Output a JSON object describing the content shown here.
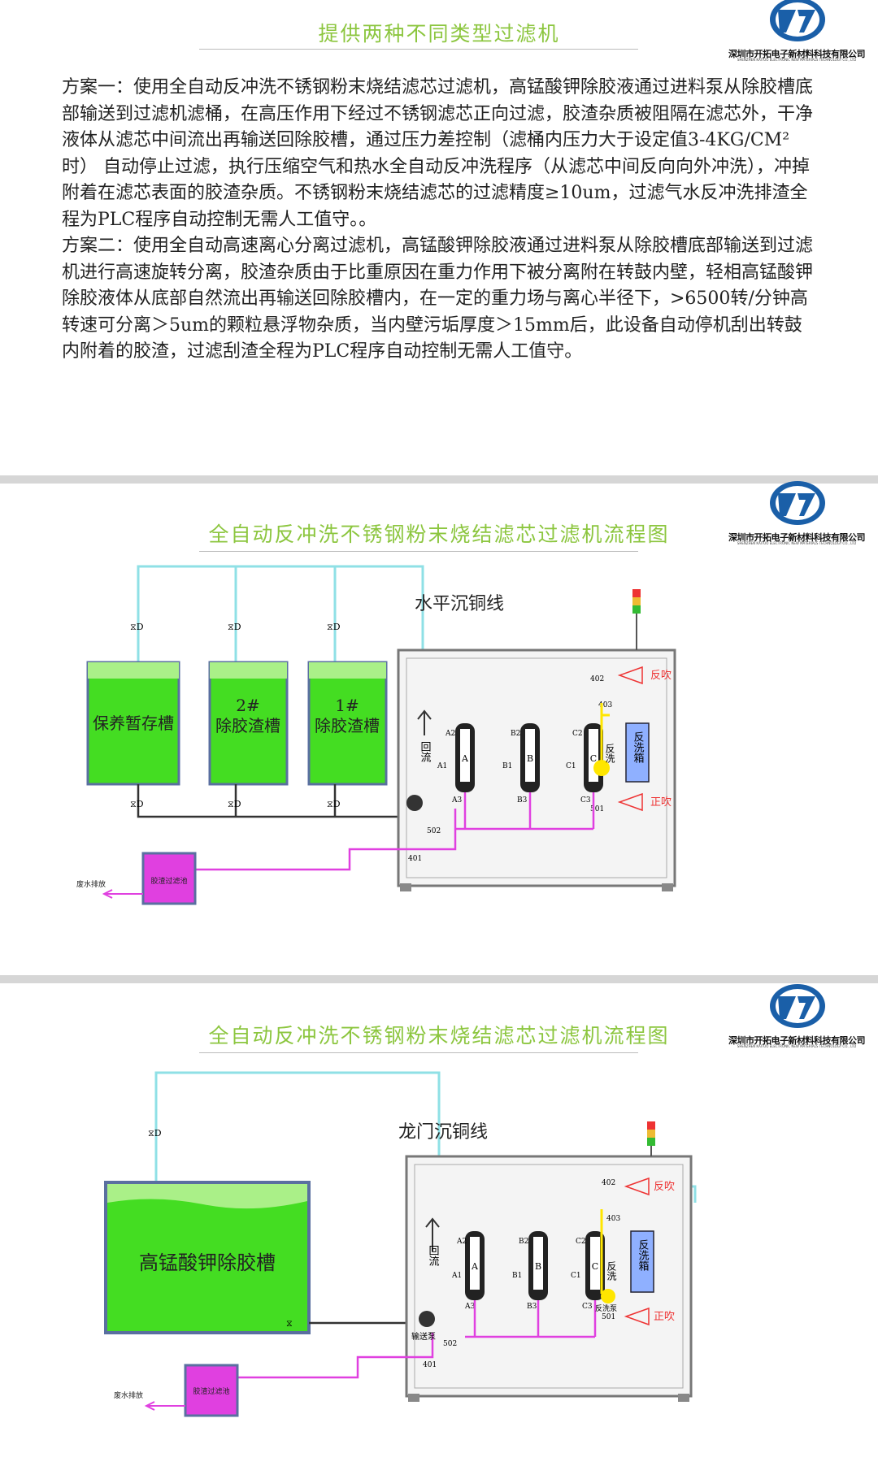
{
  "section1": {
    "title": "提供两种不同类型过滤机",
    "company_cn": "深圳市开拓电子新材料科技有限公司",
    "company_en": "SHENZHEN KAITUO ELECTRONIC NEW MATERIALS TECHNOLOGY CO., LTD",
    "paragraphs": [
      "方案一：使用全自动反冲洗不锈钢粉末烧结滤芯过滤机，高锰酸钾除胶液通过进料泵从除胶槽底部输送到过滤机滤桶，在高压作用下经过不锈钢滤芯正向过滤，胶渣杂质被阻隔在滤芯外，干净液体从滤芯中间流出再输送回除胶槽，通过压力差控制（滤桶内压力大于设定值3-4KG/CM²时） 自动停止过滤，执行压缩空气和热水全自动反冲洗程序（从滤芯中间反向向外冲洗），冲掉附着在滤芯表面的胶渣杂质。不锈钢粉末烧结滤芯的过滤精度≥10um，过滤气水反冲洗排渣全程为PLC程序自动控制无需人工值守。。",
      "方案二：使用全自动高速离心分离过滤机，高锰酸钾除胶液通过进料泵从除胶槽底部输送到过滤机进行高速旋转分离，胶渣杂质由于比重原因在重力作用下被分离附在转鼓内壁，轻相高锰酸钾除胶液体从底部自然流出再输送回除胶槽内，在一定的重力场与离心半径下，>6500转/分钟高转速可分离＞5um的颗粒悬浮物杂质，当内壁污垢厚度＞15mm后，此设备自动停机刮出转鼓内附着的胶渣，过滤刮渣全程为PLC程序自动控制无需人工值守。"
    ]
  },
  "diagram1": {
    "title": "全自动反冲洗不锈钢粉末烧结滤芯过滤机流程图",
    "company_cn": "深圳市开拓电子新材料科技有限公司",
    "company_en": "SHENZHEN KAITUO ELECTRONIC NEW MATERIALS TECHNOLOGY CO., LTD",
    "line_name": "水平沉铜线",
    "tank1": "保养暂存槽",
    "tank2_num": "2#",
    "tank2": "除胶渣槽",
    "tank3_num": "1#",
    "tank3": "除胶渣槽",
    "return_label": "回流",
    "reverse_blow": "反吹",
    "forward_blow": "正吹",
    "backwash": "反洗",
    "backwash_tank": "反洗箱",
    "residue_tank": "胶渣过滤池",
    "waste": "废水排放",
    "valves": {
      "v402": "402",
      "v403": "403",
      "v501": "501",
      "v502": "502",
      "v401": "401",
      "a1": "A1",
      "a2": "A2",
      "a3": "A3",
      "b1": "B1",
      "b2": "B2",
      "b3": "B3",
      "c1": "C1",
      "c2": "C2",
      "c3": "C3"
    },
    "filters": [
      "A",
      "B",
      "C"
    ]
  },
  "diagram2": {
    "title": "全自动反冲洗不锈钢粉末烧结滤芯过滤机流程图",
    "company_cn": "深圳市开拓电子新材料科技有限公司",
    "company_en": "SHENZHEN KAITUO ELECTRONIC NEW MATERIALS TECHNOLOGY CO., LTD",
    "line_name": "龙门沉铜线",
    "tank_main": "高锰酸钾除胶槽",
    "return_label": "回流",
    "reverse_blow": "反吹",
    "forward_blow": "正吹",
    "backwash": "反洗",
    "backwash_pump": "反洗泵",
    "backwash_tank": "反洗箱",
    "feed_pump": "输送泵",
    "residue_tank": "胶渣过滤池",
    "waste": "废水排放",
    "valves": {
      "v402": "402",
      "v403": "403",
      "v501": "501",
      "v502": "502",
      "v401": "401",
      "a1": "A1",
      "a2": "A2",
      "a3": "A3",
      "b1": "B1",
      "b2": "B2",
      "b3": "B3",
      "c1": "C1",
      "c2": "C2",
      "c3": "C3"
    },
    "filters": [
      "A",
      "B",
      "C"
    ]
  },
  "colors": {
    "title_green": "#8cc63f",
    "pipe_cyan": "#8fe0e6",
    "pipe_magenta": "#e040e0",
    "tank_green": "#44dd22",
    "logo_blue": "#1a5fa8"
  }
}
